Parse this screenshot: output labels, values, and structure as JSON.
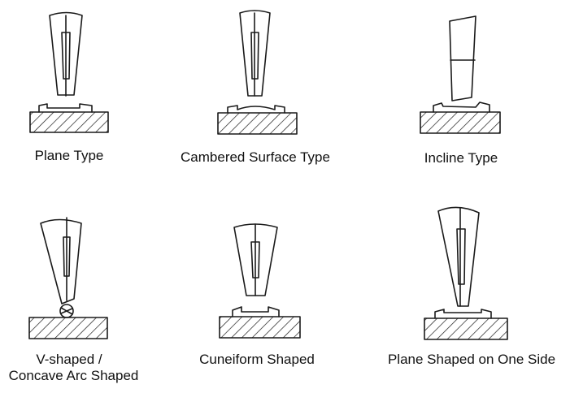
{
  "diagram": {
    "labels": {
      "plane": "Plane Type",
      "cambered": "Cambered Surface Type",
      "incline": "Incline Type",
      "vshaped_line1": "V-shaped /",
      "vshaped_line2": "Concave Arc Shaped",
      "cuneiform": "Cuneiform Shaped",
      "plane_one_side": "Plane Shaped on One Side"
    },
    "colors": {
      "stroke": "#1a1a1a",
      "background": "#ffffff"
    }
  }
}
